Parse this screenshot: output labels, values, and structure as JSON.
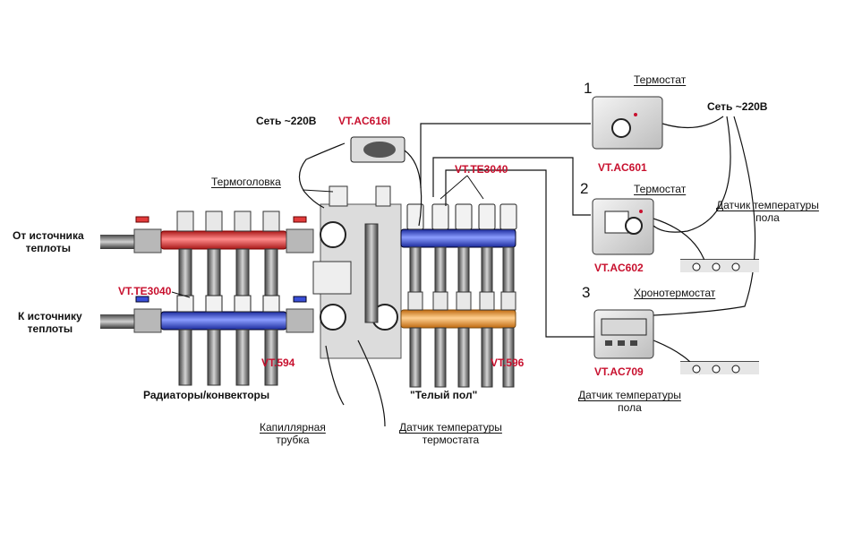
{
  "labels": {
    "from_source": [
      "От источника",
      "теплоты"
    ],
    "to_source": [
      "К источнику",
      "теплоты"
    ],
    "mains_left": "Сеть ~220В",
    "mains_right": "Сеть ~220В",
    "relay_code": "VT.AC616I",
    "thermohead": "Термоголовка",
    "te3040_top": "VT.TE3040",
    "te3040_left": "VT.TE3040",
    "vt594": "VT.594",
    "vt596": "VT.596",
    "radiators": "Радиаторы/конвекторы",
    "warm_floor": "\"Телый пол\"",
    "capillary": [
      "Капиллярная",
      "трубка"
    ],
    "thermostat_sensor": [
      "Датчик температуры",
      "термостата"
    ],
    "floor_sensor_1": [
      "Датчик температуры",
      "пола"
    ],
    "floor_sensor_2": [
      "Датчик температуры",
      "пола"
    ]
  },
  "devices": [
    {
      "number": "1",
      "title": "Термостат",
      "code": "VT.AC601"
    },
    {
      "number": "2",
      "title": "Термостат",
      "code": "VT.AC602"
    },
    {
      "number": "3",
      "title": "Хронотермостат",
      "code": "VT.AC709"
    }
  ],
  "colors": {
    "hot": "#e23b3b",
    "cold": "#3a4fd8",
    "warm": "#f0a040",
    "code_red": "#c8102e"
  }
}
